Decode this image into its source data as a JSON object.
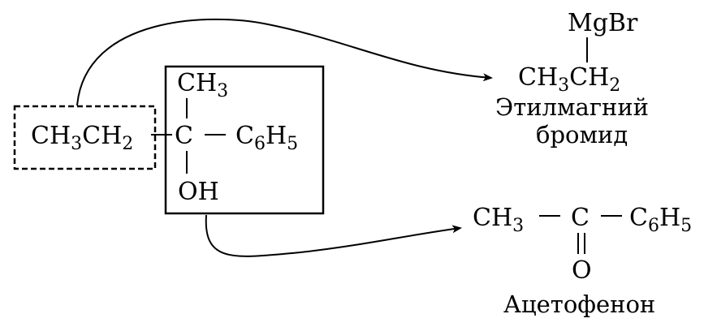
{
  "molecule": {
    "ethyl_part": {
      "a": "CH",
      "a_sub": "3",
      "b": "CH",
      "b_sub": "2"
    },
    "carbon": "C",
    "top_group": {
      "text": "CH",
      "sub": "3"
    },
    "right_group": {
      "text_a": "C",
      "sub_a": "6",
      "text_b": "H",
      "sub_b": "5"
    },
    "bottom_group": "OH"
  },
  "grignard": {
    "top": "MgBr",
    "main": {
      "a": "CH",
      "a_sub": "3",
      "b": "CH",
      "b_sub": "2"
    },
    "name_line1": "Этилмагний",
    "name_line2": "бромид"
  },
  "ketone": {
    "left": {
      "text": "CH",
      "sub": "3"
    },
    "carbon": "C",
    "right": {
      "text_a": "C",
      "sub_a": "6",
      "text_b": "H",
      "sub_b": "5"
    },
    "oxygen": "O",
    "name": "Ацетофенон"
  },
  "colors": {
    "ink": "#000000",
    "background": "#ffffff"
  }
}
